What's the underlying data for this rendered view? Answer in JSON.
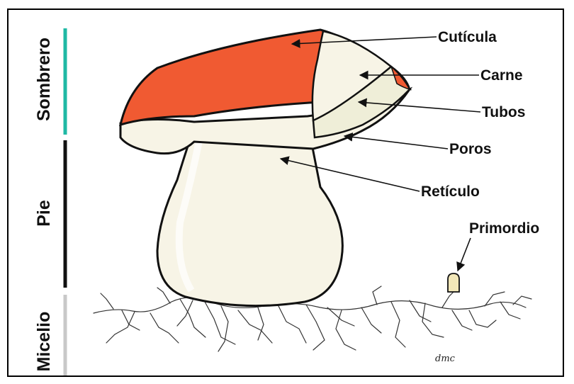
{
  "diagram": {
    "sections": [
      {
        "label": "Sombrero",
        "color": "#1fb9a4"
      },
      {
        "label": "Pie",
        "color": "#111111"
      },
      {
        "label": "Micelio",
        "color": "#c8c8c8"
      }
    ],
    "labels": {
      "cuticula": "Cutícula",
      "carne": "Carne",
      "tubos": "Tubos",
      "poros": "Poros",
      "reticulo": "Retículo",
      "primordio": "Primordio"
    },
    "signature": "dmc",
    "colors": {
      "cap": "#f05a32",
      "flesh": "#f7f4e6",
      "outline": "#111111"
    }
  }
}
